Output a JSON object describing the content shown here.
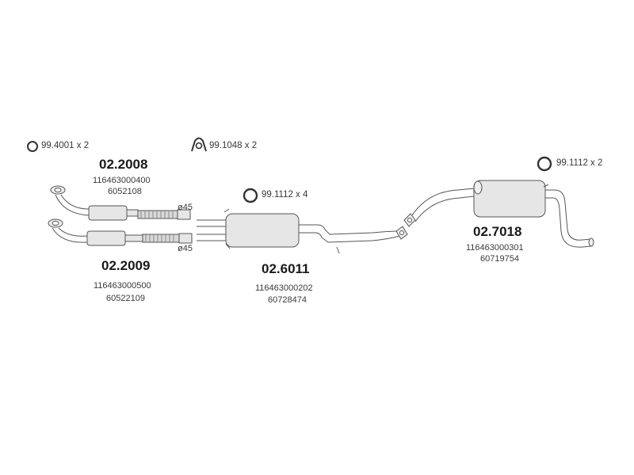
{
  "hardware": [
    {
      "code": "99.4001 x 2",
      "icon": "ring-clamp-icon"
    },
    {
      "code": "99.1048 x 2",
      "icon": "u-bolt-clamp-icon"
    },
    {
      "code": "99.1112 x 4",
      "icon": "gasket-ring-icon"
    },
    {
      "code": "99.1112 x 2",
      "icon": "gasket-ring-icon"
    }
  ],
  "parts": [
    {
      "number": "02.2008",
      "refs": [
        "116463000400",
        "6052108"
      ]
    },
    {
      "number": "02.2009",
      "refs": [
        "116463000500",
        "60522109"
      ]
    },
    {
      "number": "02.6011",
      "refs": [
        "116463000202",
        "60728474"
      ]
    },
    {
      "number": "02.7018",
      "refs": [
        "116463000301",
        "60719754"
      ]
    }
  ],
  "dimensions": [
    "ø45",
    "ø45"
  ]
}
